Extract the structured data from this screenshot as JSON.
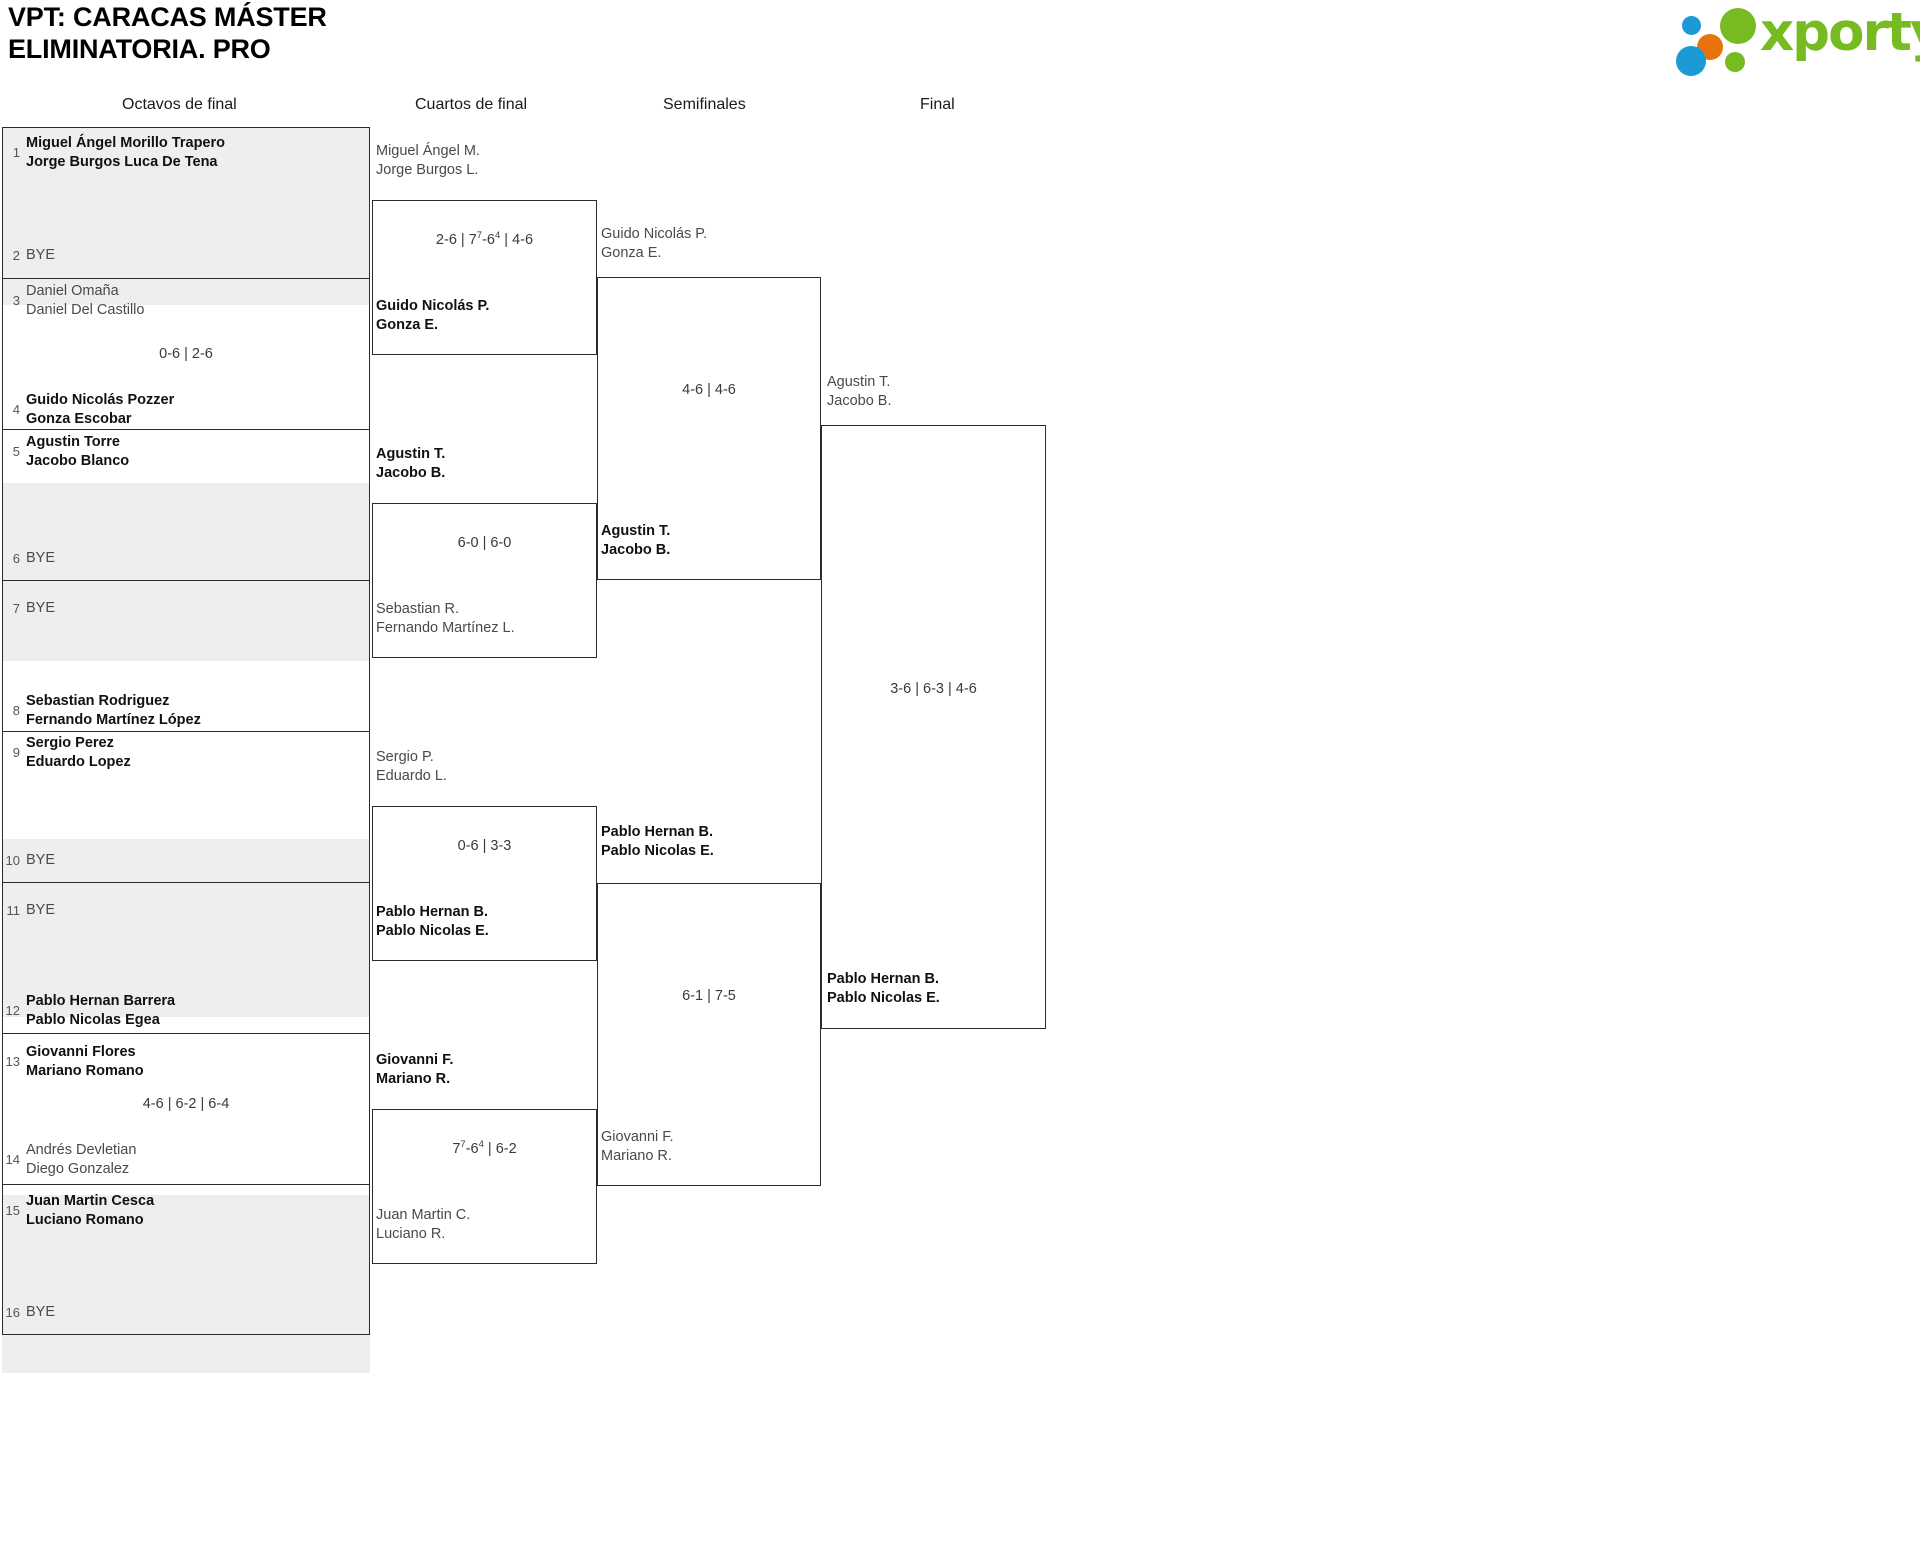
{
  "header": {
    "title": "VPT: CARACAS MÁSTER\nELIMINATORIA. PRO",
    "logo_text": "xporty",
    "logo_colors": {
      "green": "#76bc21",
      "blue": "#1b9ad6",
      "orange": "#e8730c"
    }
  },
  "rounds": [
    {
      "id": "r16",
      "label": "Octavos de final"
    },
    {
      "id": "qf",
      "label": "Cuartos de final"
    },
    {
      "id": "sf",
      "label": "Semifinales"
    },
    {
      "id": "f",
      "label": "Final"
    }
  ],
  "round1": {
    "entries": [
      {
        "seed": "1",
        "line1": "Miguel Ángel Morillo Trapero",
        "line2": "Jorge Burgos Luca De Tena",
        "status": "winner"
      },
      {
        "seed": "2",
        "line1": "BYE",
        "line2": "",
        "status": "bye"
      },
      {
        "seed": "3",
        "line1": "Daniel Omaña",
        "line2": "Daniel Del Castillo",
        "status": "loser"
      },
      {
        "seed": "4",
        "line1": "Guido Nicolás Pozzer",
        "line2": "Gonza Escobar",
        "status": "winner"
      },
      {
        "seed": "5",
        "line1": "Agustin Torre",
        "line2": "Jacobo Blanco",
        "status": "winner"
      },
      {
        "seed": "6",
        "line1": "BYE",
        "line2": "",
        "status": "bye"
      },
      {
        "seed": "7",
        "line1": "BYE",
        "line2": "",
        "status": "bye"
      },
      {
        "seed": "8",
        "line1": "Sebastian Rodriguez",
        "line2": "Fernando Martínez López",
        "status": "winner"
      },
      {
        "seed": "9",
        "line1": "Sergio Perez",
        "line2": "Eduardo Lopez",
        "status": "winner"
      },
      {
        "seed": "10",
        "line1": "BYE",
        "line2": "",
        "status": "bye"
      },
      {
        "seed": "11",
        "line1": "BYE",
        "line2": "",
        "status": "bye"
      },
      {
        "seed": "12",
        "line1": "Pablo Hernan Barrera",
        "line2": "Pablo Nicolas Egea",
        "status": "winner"
      },
      {
        "seed": "13",
        "line1": "Giovanni Flores",
        "line2": "Mariano Romano",
        "status": "winner"
      },
      {
        "seed": "14",
        "line1": "Andrés Devletian",
        "line2": "Diego Gonzalez",
        "status": "loser"
      },
      {
        "seed": "15",
        "line1": "Juan Martin Cesca",
        "line2": "Luciano Romano",
        "status": "winner"
      },
      {
        "seed": "16",
        "line1": "BYE",
        "line2": "",
        "status": "bye"
      }
    ],
    "scores": [
      {
        "pair": "3-4",
        "text": "0-6 | 2-6"
      },
      {
        "pair": "13-14",
        "text": "4-6 | 6-2 | 6-4"
      }
    ]
  },
  "round2": {
    "matches": [
      {
        "top": {
          "line1": "Miguel Ángel M.",
          "line2": "Jorge Burgos L.",
          "status": "loser"
        },
        "bottom": {
          "line1": "Guido Nicolás P.",
          "line2": "Gonza E.",
          "status": "winner"
        },
        "score_parts": [
          {
            "t": "2-6 | 7"
          },
          {
            "sup": "7"
          },
          {
            "t": "-6"
          },
          {
            "sup": "4"
          },
          {
            "t": " | 4-6"
          }
        ],
        "score_plain": "2-6 | 7⁷-6⁴ | 4-6"
      },
      {
        "top": {
          "line1": "Agustin T.",
          "line2": "Jacobo B.",
          "status": "winner"
        },
        "bottom": {
          "line1": "Sebastian R.",
          "line2": "Fernando Martínez L.",
          "status": "loser"
        },
        "score_parts": [
          {
            "t": "6-0 | 6-0"
          }
        ],
        "score_plain": "6-0 | 6-0"
      },
      {
        "top": {
          "line1": "Sergio P.",
          "line2": "Eduardo L.",
          "status": "loser"
        },
        "bottom": {
          "line1": "Pablo Hernan B.",
          "line2": "Pablo Nicolas E.",
          "status": "winner"
        },
        "score_parts": [
          {
            "t": "0-6 | 3-3"
          }
        ],
        "score_plain": "0-6 | 3-3"
      },
      {
        "top": {
          "line1": "Giovanni F.",
          "line2": "Mariano R.",
          "status": "winner"
        },
        "bottom": {
          "line1": "Juan Martin C.",
          "line2": "Luciano R.",
          "status": "loser"
        },
        "score_parts": [
          {
            "t": "7"
          },
          {
            "sup": "7"
          },
          {
            "t": "-6"
          },
          {
            "sup": "4"
          },
          {
            "t": " | 6-2"
          }
        ],
        "score_plain": "7⁷-6⁴ | 6-2"
      }
    ]
  },
  "round3": {
    "matches": [
      {
        "top": {
          "line1": "Guido Nicolás P.",
          "line2": "Gonza E.",
          "status": "loser"
        },
        "bottom": {
          "line1": "Agustin T.",
          "line2": "Jacobo B.",
          "status": "winner"
        },
        "score_parts": [
          {
            "t": "4-6 | 4-6"
          }
        ],
        "score_plain": "4-6 | 4-6"
      },
      {
        "top": {
          "line1": "Pablo Hernan B.",
          "line2": "Pablo Nicolas E.",
          "status": "winner"
        },
        "bottom": {
          "line1": "Giovanni F.",
          "line2": "Mariano R.",
          "status": "loser"
        },
        "score_parts": [
          {
            "t": "6-1 | 7-5"
          }
        ],
        "score_plain": "6-1 | 7-5"
      }
    ]
  },
  "round4": {
    "matches": [
      {
        "top": {
          "line1": "Agustin T.",
          "line2": "Jacobo B.",
          "status": "loser"
        },
        "bottom": {
          "line1": "Pablo Hernan B.",
          "line2": "Pablo Nicolas E.",
          "status": "winner"
        },
        "score_parts": [
          {
            "t": "3-6 | 6-3 | 4-6"
          }
        ],
        "score_plain": "3-6 | 6-3 | 4-6"
      }
    ]
  }
}
